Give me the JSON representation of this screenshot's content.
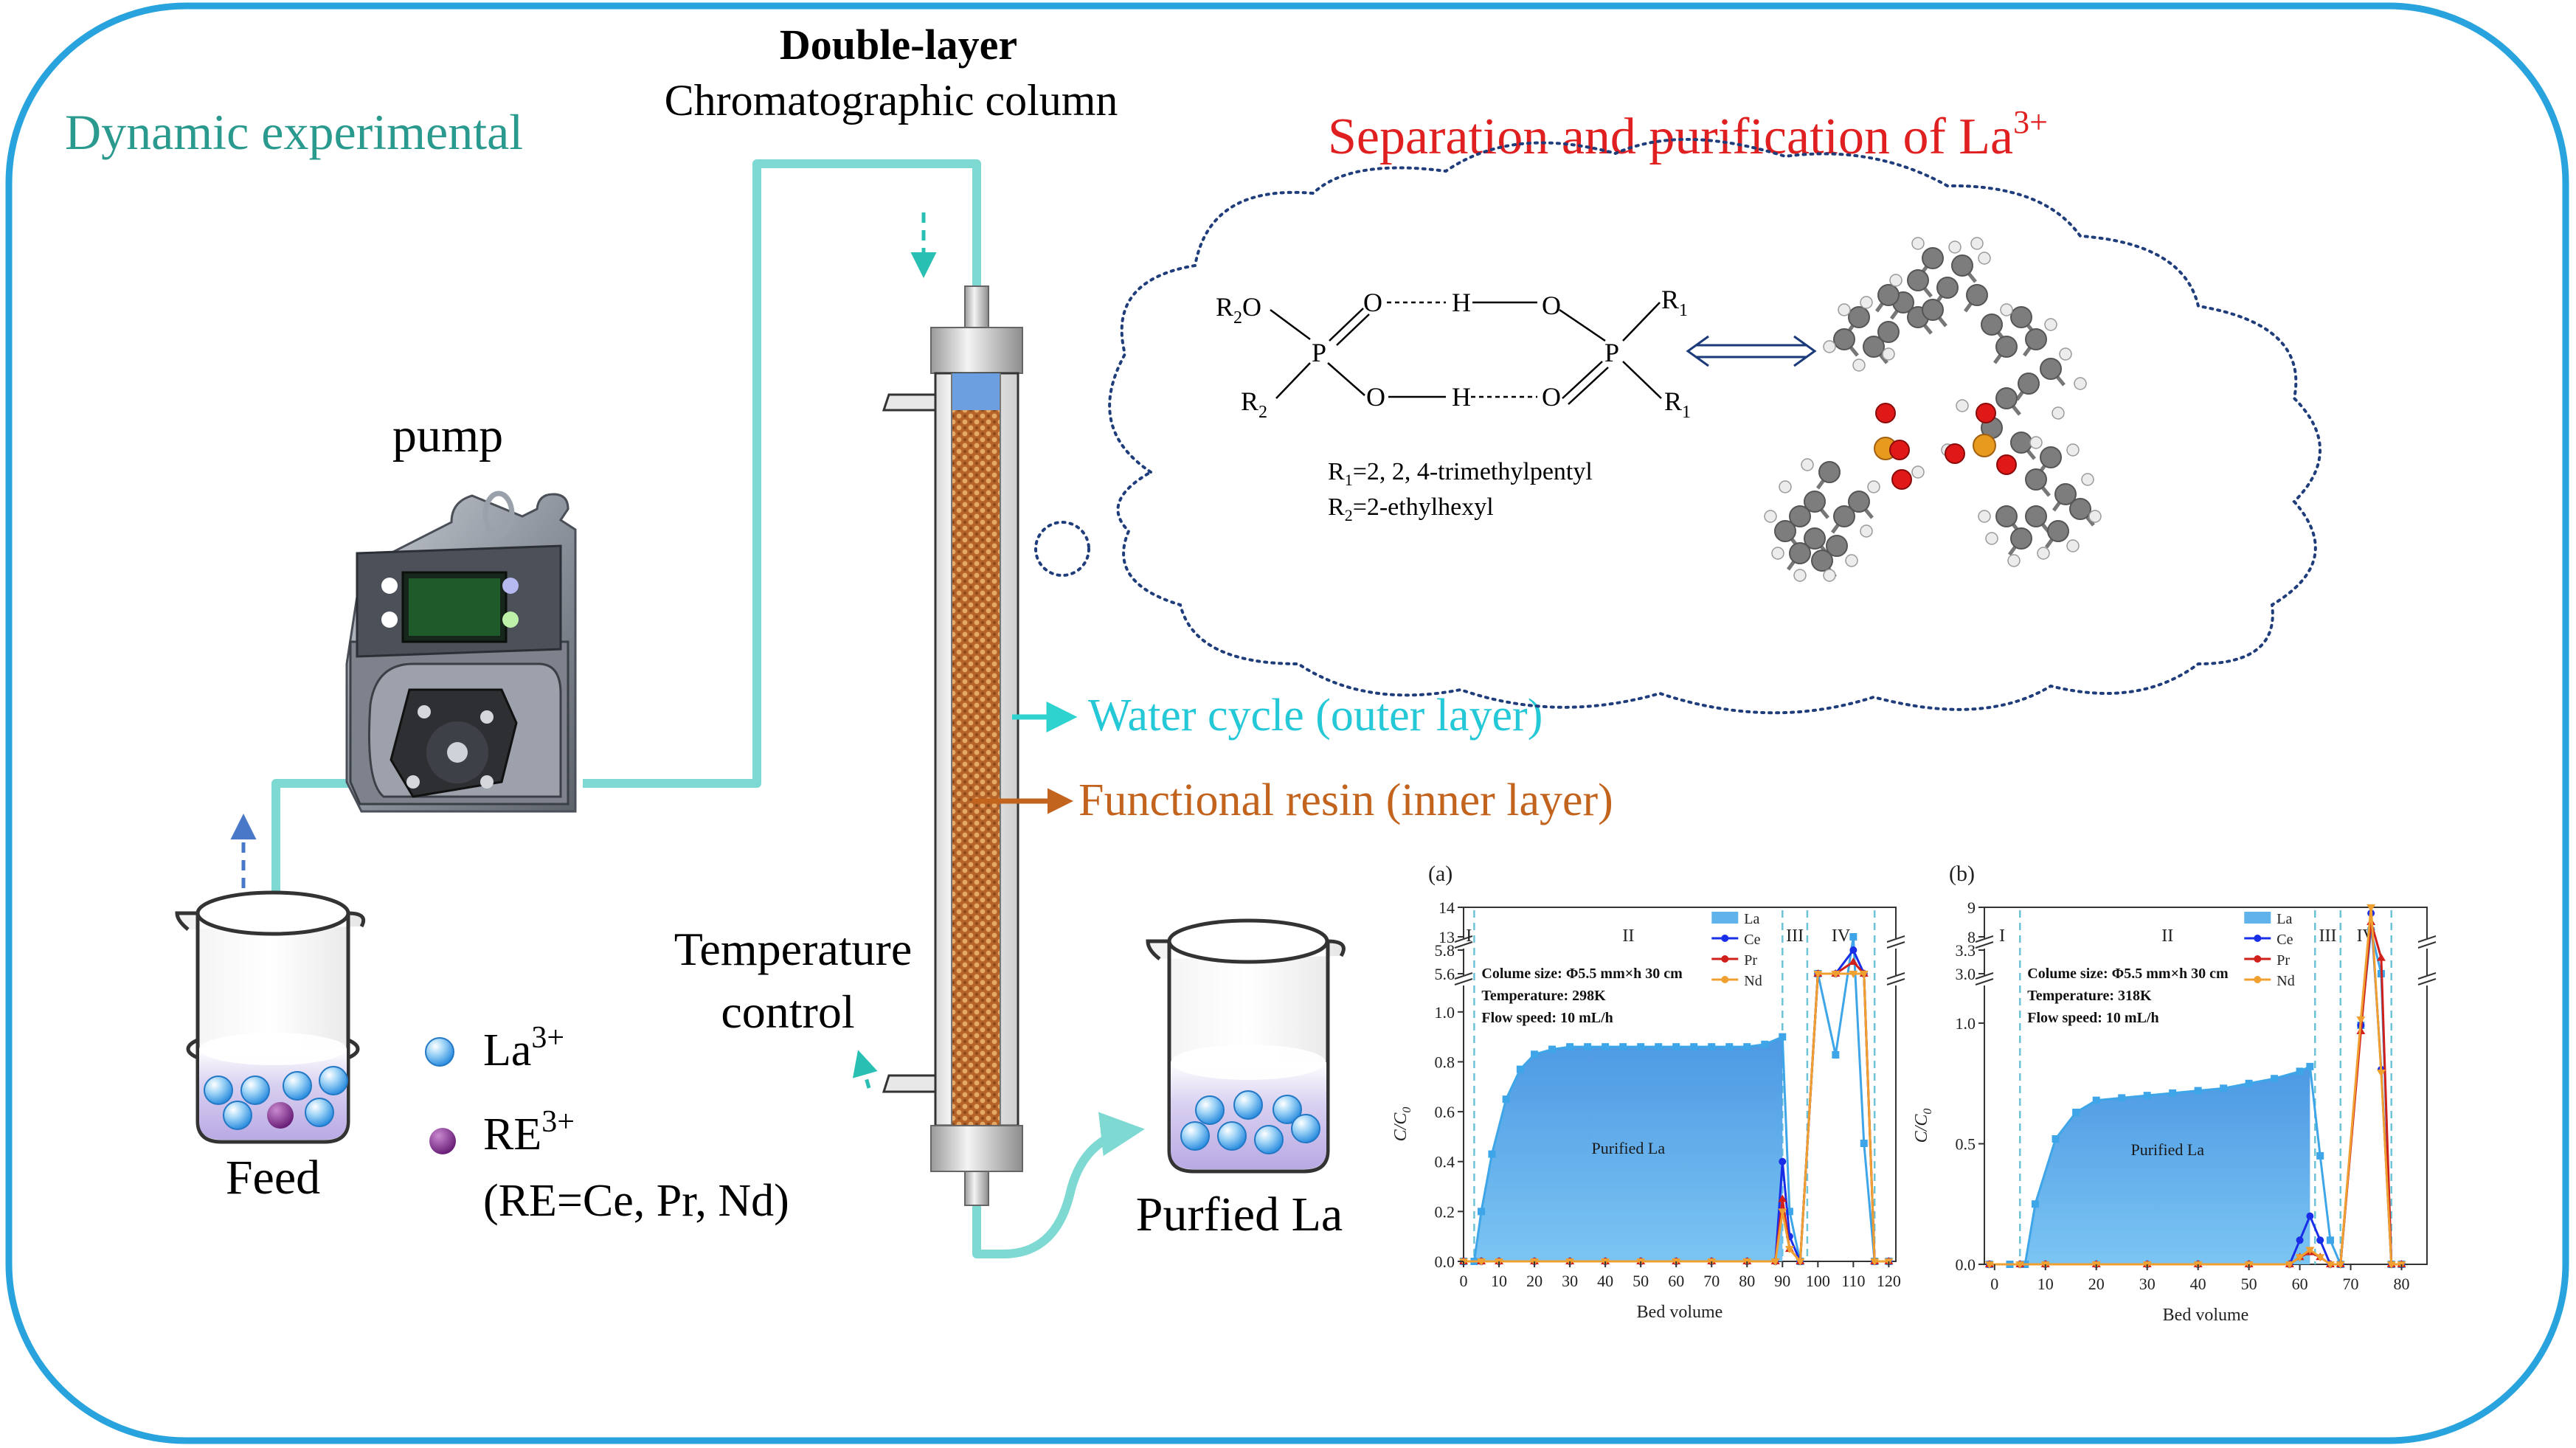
{
  "colors": {
    "frame": "#29a3dd",
    "teal_title": "#2a9a8e",
    "red_title": "#e02020",
    "pipe": "#7ed9d3",
    "water_arrow": "#2ed3d0",
    "water_text": "#24c8d6",
    "resin_arrow": "#c2631e",
    "resin_text": "#c2631e",
    "la_blue": "#3ea6e8",
    "fill_area": "#2f8fe0",
    "ce": "#1a2ee8",
    "pr": "#d0201b",
    "nd": "#f0a030",
    "zone_line": "#6cc4d6"
  },
  "labels": {
    "dynamic": "Dynamic experimental",
    "column_title": "Double-layer",
    "column_sub": "Chromatographic column",
    "pump": "pump",
    "feed": "Feed",
    "temp1": "Temperature",
    "temp2": "control",
    "la_legend": "La",
    "la_sup": "3+",
    "re_legend": "RE",
    "re_sup": "3+",
    "re_note": "(RE=Ce, Pr, Nd)",
    "purified": "Purfied La",
    "water": "Water cycle (outer layer)",
    "resin": "Functional resin (inner layer)",
    "sep_title": "Separation and purification of La",
    "sep_sup": "3+"
  },
  "chemistry": {
    "r2o": "R",
    "r2o_sub": "2",
    "r2o_tail": "O",
    "r1_top": "R",
    "r1_top_sub": "1",
    "r2_bottom": "R",
    "r2_bottom_sub": "2",
    "r1_bottom": "R",
    "r1_bottom_sub": "1",
    "p_left": "P",
    "p_right": "P",
    "o_top_left": "O",
    "o_bottom_left": "O",
    "h_top": "H",
    "h_bottom": "H",
    "o_top_right": "O",
    "o_bottom_right": "O",
    "def1_pre": "R",
    "def1_sub": "1",
    "def1_post": "=2, 2, 4-trimethylpentyl",
    "def2_pre": "R",
    "def2_sub": "2",
    "def2_post": "=2-ethylhexyl"
  },
  "chart_data": [
    {
      "panel": "(a)",
      "type": "line",
      "xlabel": "Bed volume",
      "ylabel": "C/C",
      "ylabel_sub": "0",
      "xlim": [
        0,
        122
      ],
      "xticks": [
        0,
        10,
        20,
        30,
        40,
        50,
        60,
        70,
        80,
        90,
        100,
        110,
        120
      ],
      "lower_ylim": [
        0,
        1.1
      ],
      "lower_yticks": [
        "0.0",
        "0.2",
        "0.4",
        "0.6",
        "0.8",
        "1.0"
      ],
      "mid_ylim": [
        5.6,
        5.8
      ],
      "mid_yticks": [
        "5.6",
        "5.8"
      ],
      "upper_ylim": [
        13,
        14
      ],
      "upper_yticks": [
        "13",
        "14"
      ],
      "zones": [
        "I",
        "II",
        "III",
        "IV"
      ],
      "zone_bounds": [
        3,
        90,
        97,
        116
      ],
      "info": [
        "Colume size: Φ5.5 mm×h 30 cm",
        "Temperature:  298K",
        "Flow speed: 10 mL/h"
      ],
      "fill_label": "Purified La",
      "legend": [
        "La",
        "Ce",
        "Pr",
        "Nd"
      ],
      "series": [
        {
          "name": "La",
          "x": [
            0,
            3,
            5,
            8,
            12,
            16,
            20,
            25,
            30,
            35,
            40,
            45,
            50,
            55,
            60,
            65,
            70,
            75,
            80,
            85,
            90,
            92,
            95,
            100,
            105,
            110,
            113,
            116,
            120
          ],
          "y": [
            0,
            0,
            0.2,
            0.43,
            0.65,
            0.77,
            0.83,
            0.85,
            0.86,
            0.86,
            0.86,
            0.86,
            0.86,
            0.86,
            0.86,
            0.86,
            0.86,
            0.86,
            0.86,
            0.87,
            0.9,
            0.2,
            0,
            5,
            9,
            13,
            6,
            0,
            0
          ]
        },
        {
          "name": "Ce",
          "x": [
            0,
            5,
            10,
            20,
            30,
            40,
            50,
            60,
            70,
            80,
            88,
            90,
            92,
            95,
            100,
            105,
            110,
            113,
            116,
            120
          ],
          "y": [
            0,
            0,
            0,
            0,
            0,
            0,
            0,
            0,
            0,
            0,
            0,
            0.4,
            0.1,
            0,
            3.5,
            5,
            5.8,
            4,
            0,
            0
          ]
        },
        {
          "name": "Pr",
          "x": [
            0,
            5,
            10,
            20,
            30,
            40,
            50,
            60,
            70,
            80,
            88,
            90,
            92,
            95,
            100,
            105,
            110,
            113,
            116,
            120
          ],
          "y": [
            0,
            0,
            0,
            0,
            0,
            0,
            0,
            0,
            0,
            0,
            0,
            0.25,
            0.05,
            0,
            3,
            4.5,
            5.7,
            3.5,
            0,
            0
          ]
        },
        {
          "name": "Nd",
          "x": [
            0,
            5,
            10,
            20,
            30,
            40,
            50,
            60,
            70,
            80,
            88,
            90,
            92,
            95,
            100,
            105,
            110,
            113,
            116,
            120
          ],
          "y": [
            0,
            0,
            0,
            0,
            0,
            0,
            0,
            0,
            0,
            0,
            0,
            0.2,
            0.05,
            0,
            2.8,
            4.2,
            5.6,
            3.3,
            0,
            0
          ]
        }
      ]
    },
    {
      "panel": "(b)",
      "type": "line",
      "xlabel": "Bed volume",
      "ylabel": "C/C",
      "ylabel_sub": "0",
      "xlim": [
        -2,
        85
      ],
      "xticks": [
        0,
        10,
        20,
        30,
        40,
        50,
        60,
        70,
        80
      ],
      "lower_ylim": [
        0,
        1.15
      ],
      "lower_yticks": [
        "0.0",
        "0.5",
        "1.0"
      ],
      "mid_ylim": [
        3.0,
        3.3
      ],
      "mid_yticks": [
        "3.0",
        "3.3"
      ],
      "upper_ylim": [
        8,
        9
      ],
      "upper_yticks": [
        "8",
        "9"
      ],
      "zones": [
        "I",
        "II",
        "III",
        "IV"
      ],
      "zone_bounds": [
        5,
        63,
        68,
        78
      ],
      "info": [
        "Colume size: Φ5.5 mm×h 30 cm",
        "Temperature:  318K",
        "Flow speed: 10 mL/h"
      ],
      "fill_label": "Purified La",
      "legend": [
        "La",
        "Ce",
        "Pr",
        "Nd"
      ],
      "series": [
        {
          "name": "La",
          "x": [
            -1,
            3,
            6,
            8,
            12,
            16,
            20,
            25,
            30,
            35,
            40,
            45,
            50,
            55,
            60,
            62,
            64,
            66,
            68,
            72,
            74,
            76,
            78,
            80
          ],
          "y": [
            0,
            0,
            0,
            0.25,
            0.52,
            0.63,
            0.68,
            0.69,
            0.7,
            0.71,
            0.72,
            0.73,
            0.75,
            0.77,
            0.8,
            0.82,
            0.45,
            0.1,
            0,
            5,
            8.2,
            3,
            0,
            0
          ]
        },
        {
          "name": "Ce",
          "x": [
            -1,
            5,
            10,
            20,
            30,
            40,
            50,
            58,
            60,
            62,
            64,
            66,
            68,
            72,
            74,
            76,
            78,
            80
          ],
          "y": [
            0,
            0,
            0,
            0,
            0,
            0,
            0,
            0,
            0.1,
            0.2,
            0.1,
            0,
            0,
            5,
            8.8,
            3.5,
            0,
            0
          ]
        },
        {
          "name": "Pr",
          "x": [
            -1,
            5,
            10,
            20,
            30,
            40,
            50,
            58,
            60,
            62,
            64,
            66,
            68,
            72,
            74,
            76,
            78,
            80
          ],
          "y": [
            0,
            0,
            0,
            0,
            0,
            0,
            0,
            0,
            0.03,
            0.05,
            0.03,
            0,
            0,
            4.8,
            8.5,
            3.2,
            0,
            0
          ]
        },
        {
          "name": "Nd",
          "x": [
            -1,
            5,
            10,
            20,
            30,
            40,
            50,
            58,
            60,
            62,
            64,
            66,
            68,
            72,
            74,
            76,
            78,
            80
          ],
          "y": [
            0,
            0,
            0,
            0,
            0,
            0,
            0,
            0,
            0.03,
            0.06,
            0.03,
            0,
            0,
            5.2,
            9.0,
            3.4,
            0,
            0
          ]
        }
      ]
    }
  ]
}
